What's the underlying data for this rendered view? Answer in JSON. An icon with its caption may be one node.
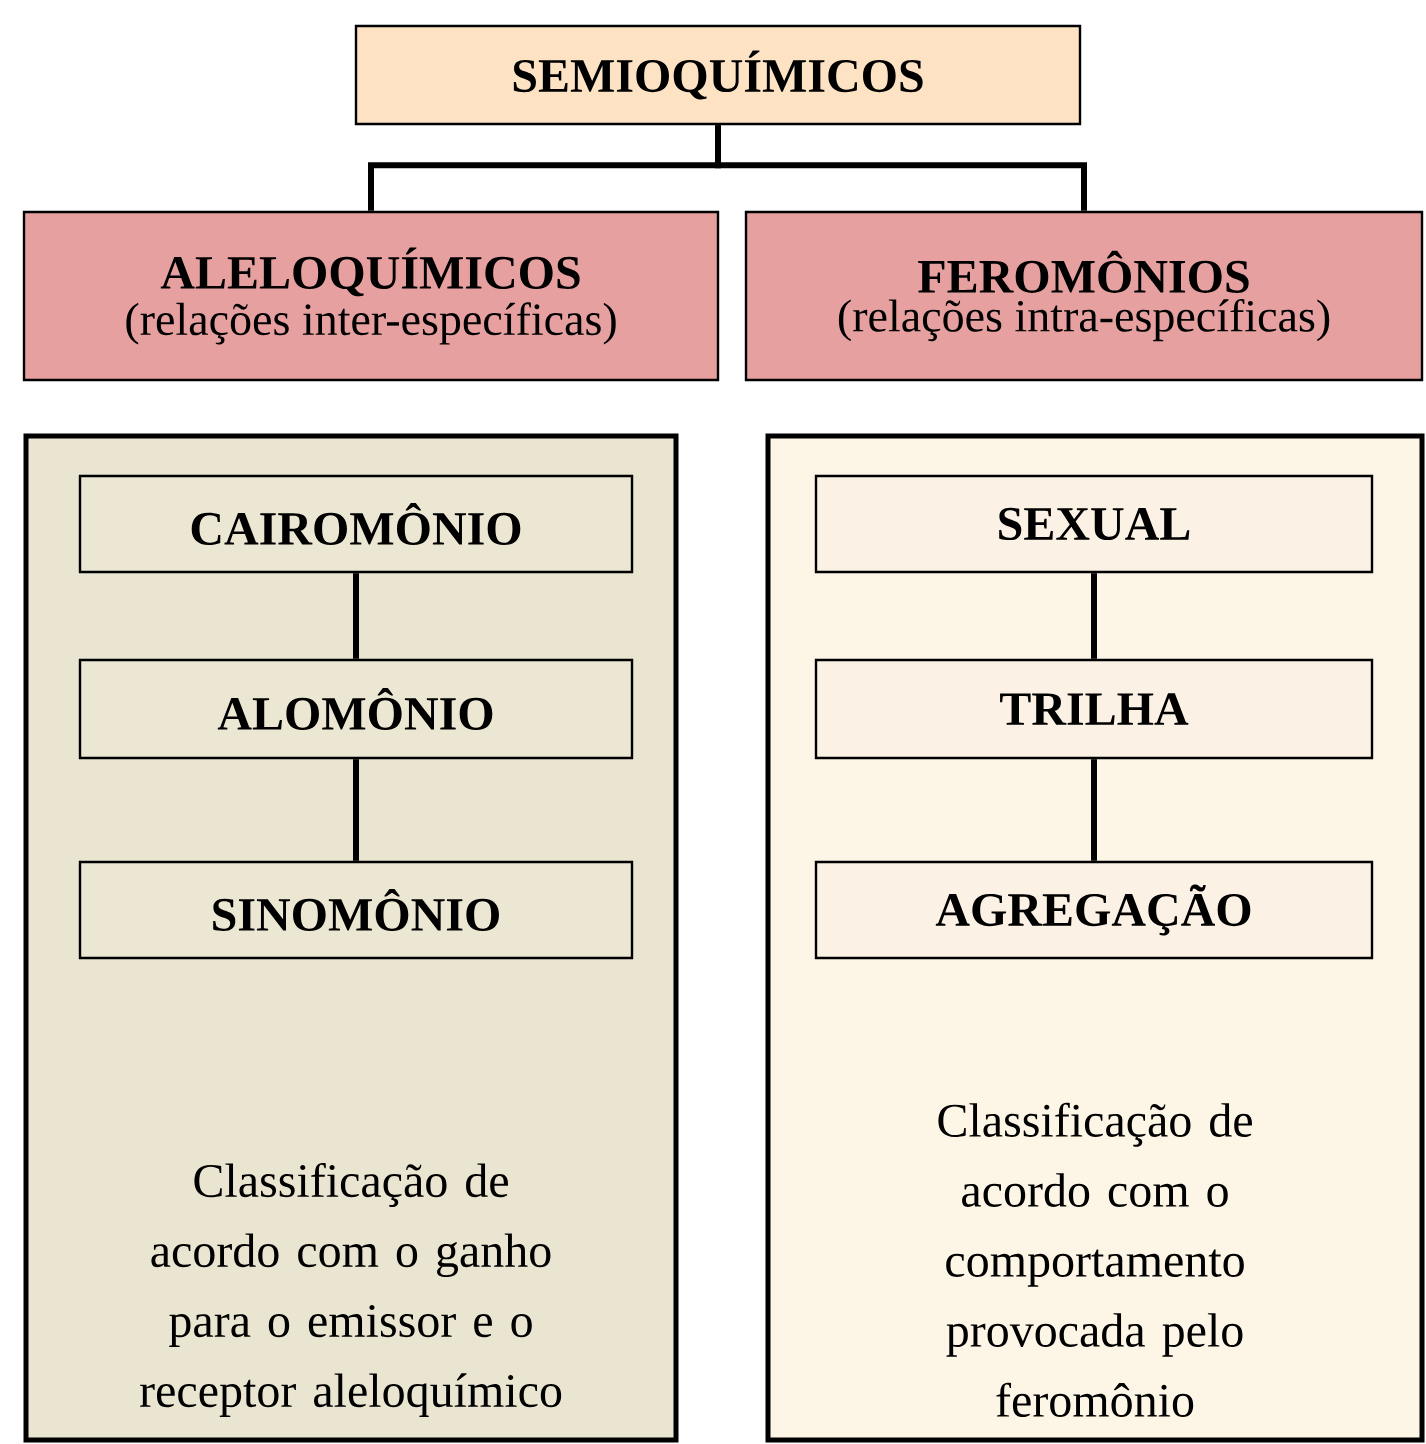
{
  "diagram": {
    "nodes": [
      {
        "text": [
          "SEMIOQUÍMICOS"
        ]
      },
      {
        "text": [
          "ALELOQUÍMICOS",
          "(relações inter-específicas)"
        ]
      },
      {
        "text": [
          "FEROMÔNIOS",
          "(relações intra-específicas)"
        ]
      },
      {
        "text": [
          "Classificação de acordo com o ganho para o emissor e o receptor aleloquímico"
        ]
      },
      {
        "text": [
          "CAIROMÔNIO"
        ],
        "in": 3
      },
      {
        "text": [
          "ALOMÔNIO"
        ],
        "in": 3
      },
      {
        "text": [
          "SINOMÔNIO"
        ],
        "in": 3
      },
      {
        "text": [
          "Classificação de acordo com o comportamento provocada pelo feromônio"
        ]
      },
      {
        "text": [
          "SEXUAL"
        ],
        "in": 7
      },
      {
        "text": [
          "TRILHA"
        ],
        "in": 7
      },
      {
        "text": [
          "AGREGAÇÃO"
        ],
        "in": 7
      }
    ],
    "edges": [
      {
        "from": 0,
        "to": 1,
        "arrow": "none"
      },
      {
        "from": 0,
        "to": 2,
        "arrow": "none"
      },
      {
        "from": 4,
        "to": 5,
        "arrow": "none"
      },
      {
        "from": 5,
        "to": 6,
        "arrow": "none"
      },
      {
        "from": 8,
        "to": 9,
        "arrow": "none"
      },
      {
        "from": 9,
        "to": 10,
        "arrow": "none"
      }
    ]
  }
}
